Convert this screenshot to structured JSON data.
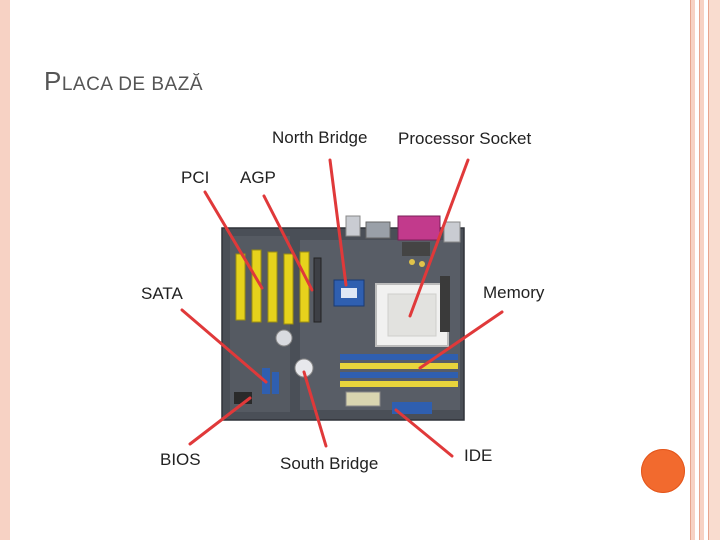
{
  "slide": {
    "title_first": "P",
    "title_rest": "LACA DE BAZĂ"
  },
  "labels": {
    "north_bridge": "North Bridge",
    "processor_socket": "Processor Socket",
    "pci": "PCI",
    "agp": "AGP",
    "sata": "SATA",
    "memory": "Memory",
    "bios": "BIOS",
    "south_bridge": "South Bridge",
    "ide": "IDE"
  },
  "colors": {
    "accent": "#f26a2e",
    "frame": "#f7d2c4",
    "pointer": "#e0393a",
    "pci_slot": "#e6d21c",
    "memory_slot": "#e8d43c",
    "blue_connector": "#2f5fb0",
    "board": "#4a4f57"
  }
}
